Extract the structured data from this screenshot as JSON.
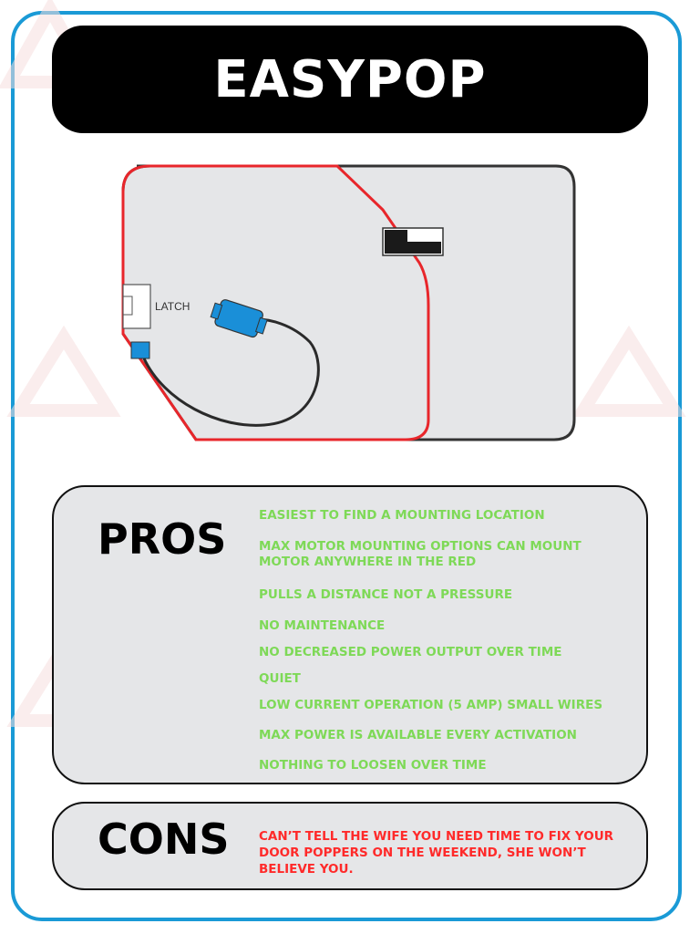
{
  "title": "EASYPOP",
  "diagram": {
    "latch_label": "LATCH"
  },
  "pros": {
    "heading": "PROS",
    "items": [
      "EASIEST TO FIND A MOUNTING LOCATION",
      "MAX MOTOR MOUNTING OPTIONS CAN MOUNT MOTOR ANYWHERE IN THE RED",
      "PULLS A DISTANCE NOT A PRESSURE",
      "NO MAINTENANCE",
      "NO DECREASED POWER OUTPUT OVER TIME",
      "QUIET",
      "LOW CURRENT OPERATION (5 AMP) SMALL WIRES",
      "MAX POWER IS AVAILABLE EVERY ACTIVATION",
      "NOTHING TO LOOSEN OVER TIME"
    ]
  },
  "cons": {
    "heading": "CONS",
    "text": "CAN’T TELL THE WIFE YOU NEED TIME TO FIX YOUR DOOR POPPERS ON THE WEEKEND, SHE WON’T BELIEVE YOU."
  },
  "colors": {
    "frame": "#1a9ad6",
    "pros_text": "#7ed957",
    "cons_text": "#ff2a2a",
    "mount_zone": "#e8262b",
    "motor": "#1a8fd8"
  }
}
